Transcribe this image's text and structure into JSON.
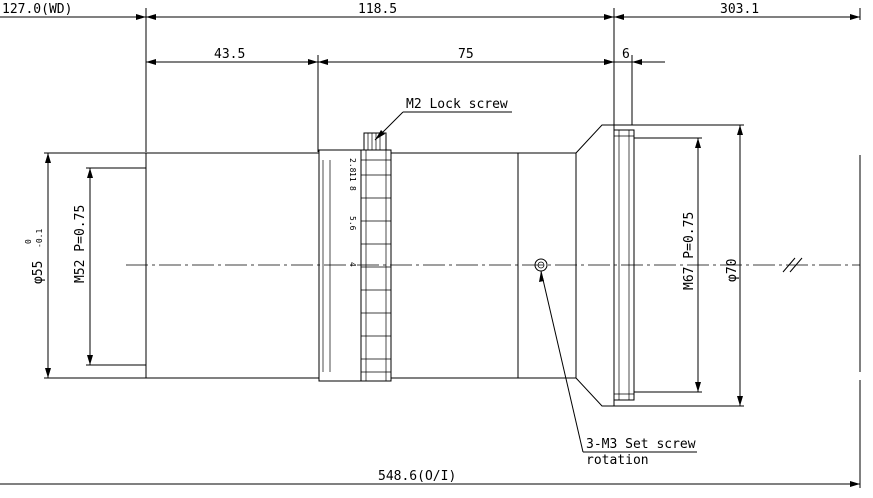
{
  "dimensions": {
    "working_distance": "127.0(WD)",
    "lens_length": "118.5",
    "rear_extension": "303.1",
    "front_section": "43.5",
    "middle_section": "75",
    "flange": "6",
    "overall": "548.6(O/I)",
    "front_diameter_prefix": "φ55",
    "front_tol_upper": "0",
    "front_tol_lower": "-0.1",
    "front_thread": "M52 P=0.75",
    "rear_thread": "M67 P=0.75",
    "rear_diameter": "φ70"
  },
  "callouts": {
    "lock_screw": "M2 Lock screw",
    "set_screw_line1": "3-M3 Set screw",
    "set_screw_line2": "rotation"
  },
  "aperture_scale": [
    "2.8",
    "11",
    "8",
    "5.6",
    "4"
  ]
}
